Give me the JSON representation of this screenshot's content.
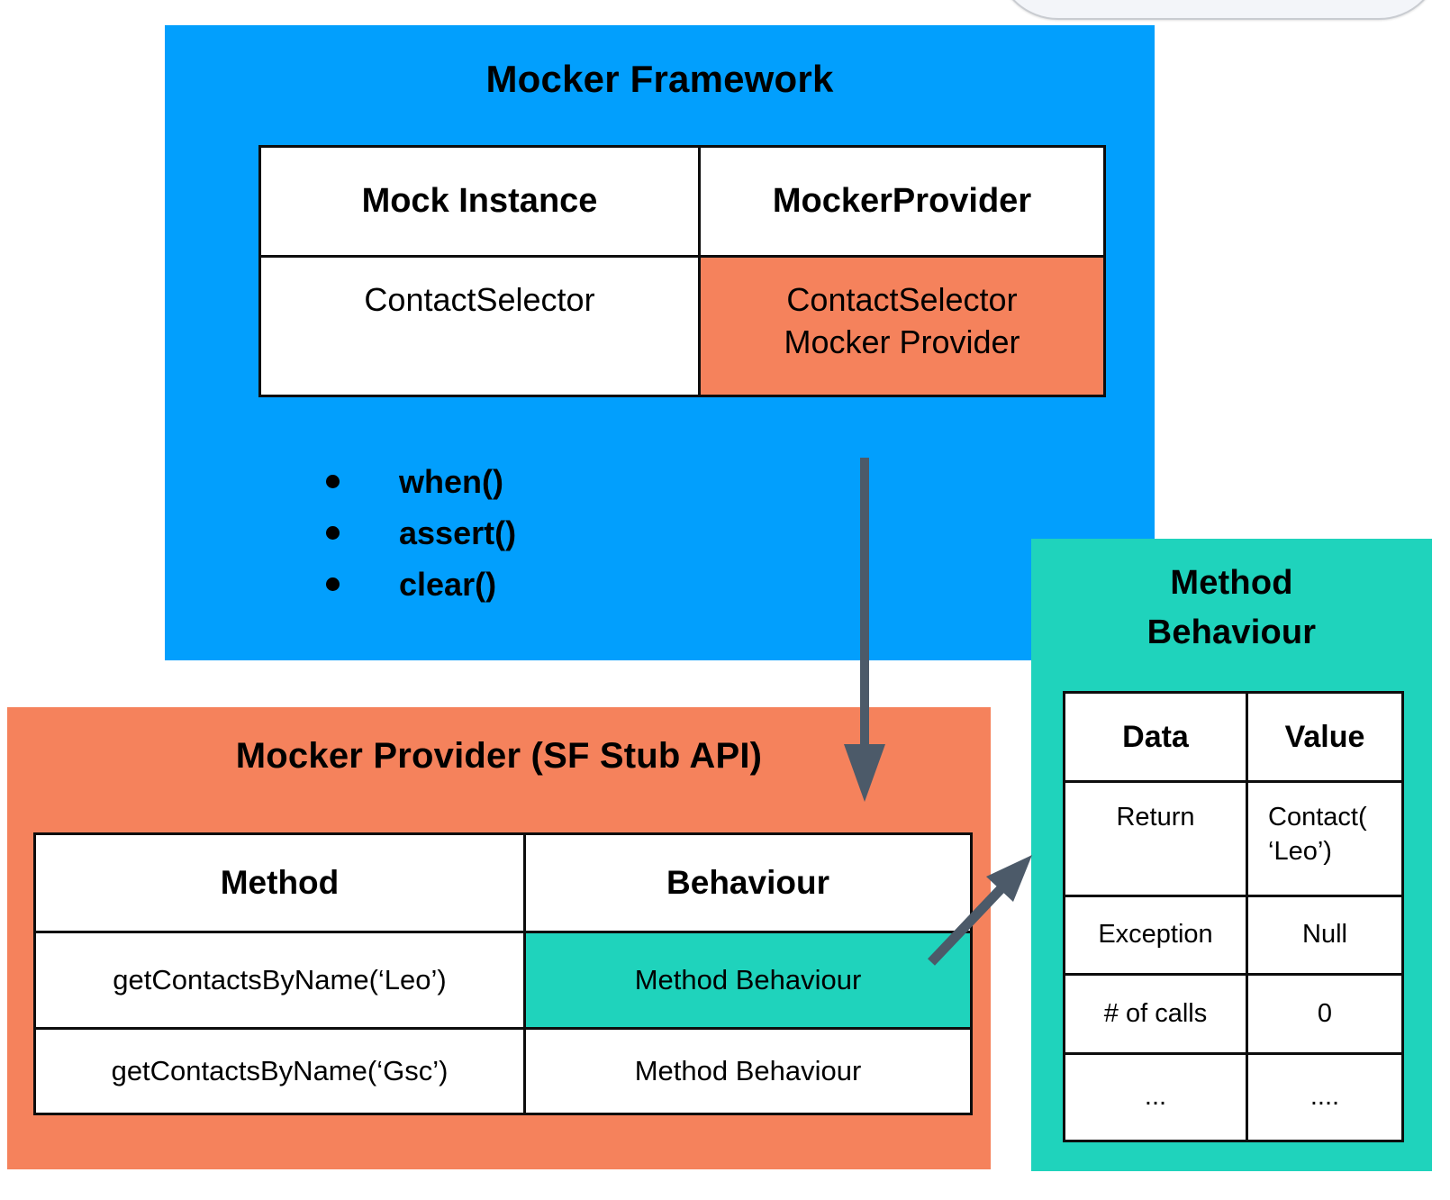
{
  "colors": {
    "blue": "#029FFD",
    "orange": "#F5825C",
    "teal": "#1FD3BC",
    "arrow": "#4C5A69",
    "toast_bg": "#F3F5F9",
    "toast_border": "#C9CCD1"
  },
  "mocker_framework": {
    "title": "Mocker Framework",
    "table": {
      "headers": [
        "Mock Instance",
        "MockerProvider"
      ],
      "row": {
        "instance": "ContactSelector",
        "provider_line1": "ContactSelector",
        "provider_line2": "Mocker Provider"
      }
    },
    "methods": [
      "when()",
      "assert()",
      "clear()"
    ]
  },
  "mocker_provider": {
    "title": "Mocker Provider (SF Stub API)",
    "table": {
      "headers": [
        "Method",
        "Behaviour"
      ],
      "rows": [
        {
          "method": "getContactsByName(‘Leo’)",
          "behaviour": "Method Behaviour",
          "highlighted": true
        },
        {
          "method": "getContactsByName(‘Gsc’)",
          "behaviour": "Method Behaviour",
          "highlighted": false
        }
      ]
    }
  },
  "method_behaviour": {
    "title_line1": "Method",
    "title_line2": "Behaviour",
    "table": {
      "headers": [
        "Data",
        "Value"
      ],
      "rows": [
        {
          "data": "Return",
          "value_line1": "Contact(",
          "value_line2": "‘Leo’)"
        },
        {
          "data": "Exception",
          "value": "Null"
        },
        {
          "data": "# of calls",
          "value": "0"
        },
        {
          "data": "...",
          "value": "...."
        }
      ]
    }
  }
}
